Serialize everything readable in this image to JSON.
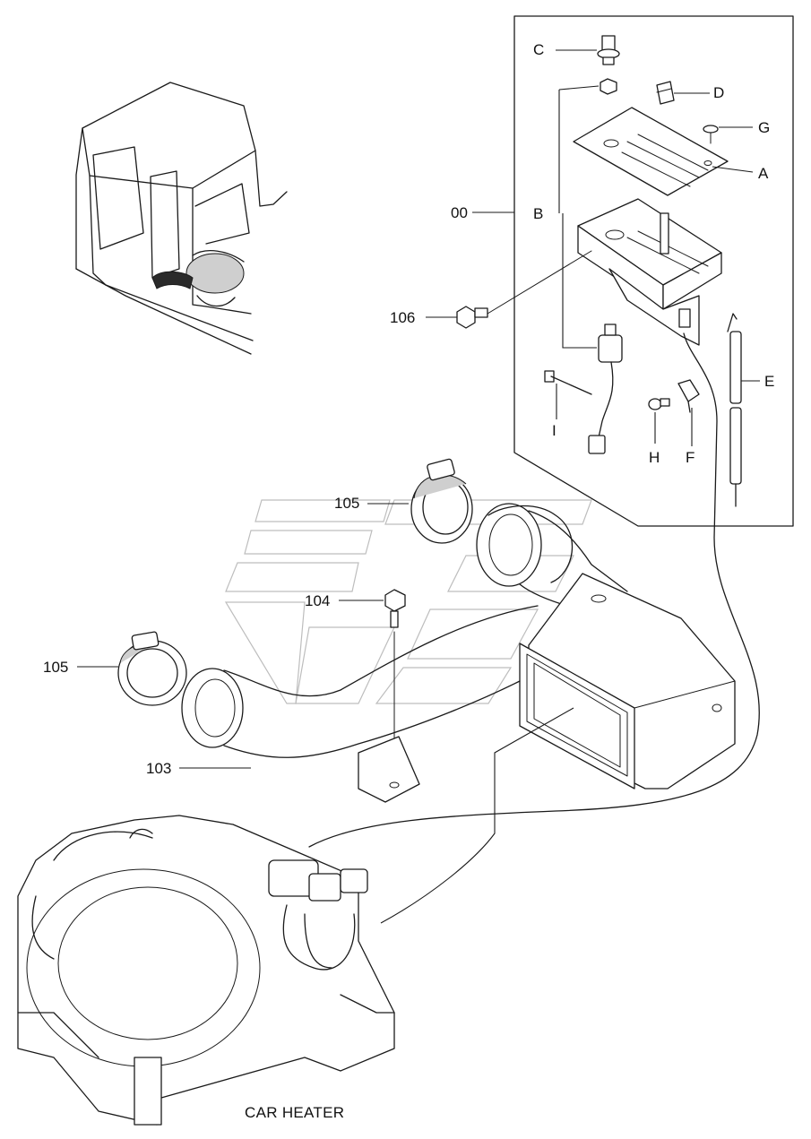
{
  "labels": {
    "c": "C",
    "d": "D",
    "g": "G",
    "a": "A",
    "b": "B",
    "e": "E",
    "f": "F",
    "h": "H",
    "i": "I",
    "k00": "00",
    "p106": "106",
    "p105_top": "105",
    "p104": "104",
    "p105_left": "105",
    "p103": "103"
  },
  "caption": "CAR HEATER",
  "colors": {
    "ink": "#1a1a1a",
    "watermark": "#bdbdbd",
    "background": "#ffffff"
  }
}
